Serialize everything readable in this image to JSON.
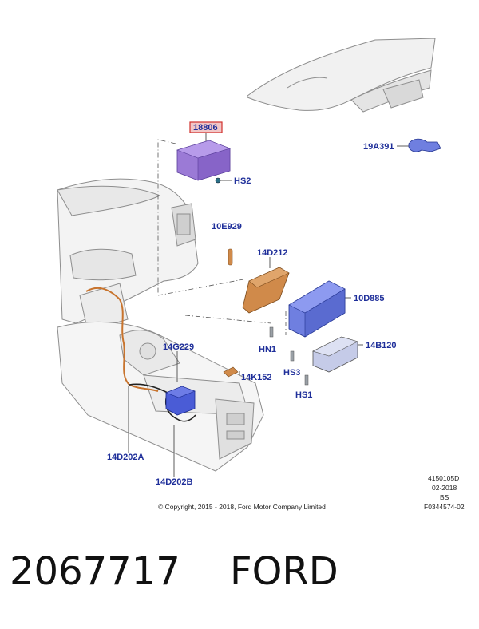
{
  "labels": {
    "p18806": "18806",
    "hs2": "HS2",
    "p19a391": "19A391",
    "p10e929": "10E929",
    "p14d212": "14D212",
    "p10d885": "10D885",
    "hn1": "HN1",
    "p14b120": "14B120",
    "hs3": "HS3",
    "hs1": "HS1",
    "p14g229": "14G229",
    "p14k152": "14K152",
    "p14d202a": "14D202A",
    "p14d202b": "14D202B"
  },
  "meta": {
    "ref_code": "4150105D",
    "date": "02-2018",
    "bs": "BS",
    "figure": "F0344574-02",
    "copyright": "© Copyright, 2015 - 2018, Ford Motor Company Limited"
  },
  "footer": {
    "part_number": "2067717",
    "brand": "FORD"
  },
  "colors": {
    "label": "#1f2f9a",
    "highlight": "#d0312d",
    "module_purple": "#9b7ad6",
    "module_blue": "#6f7fe0",
    "module_orange": "#d08a4a",
    "outline": "#9aa0a6"
  }
}
